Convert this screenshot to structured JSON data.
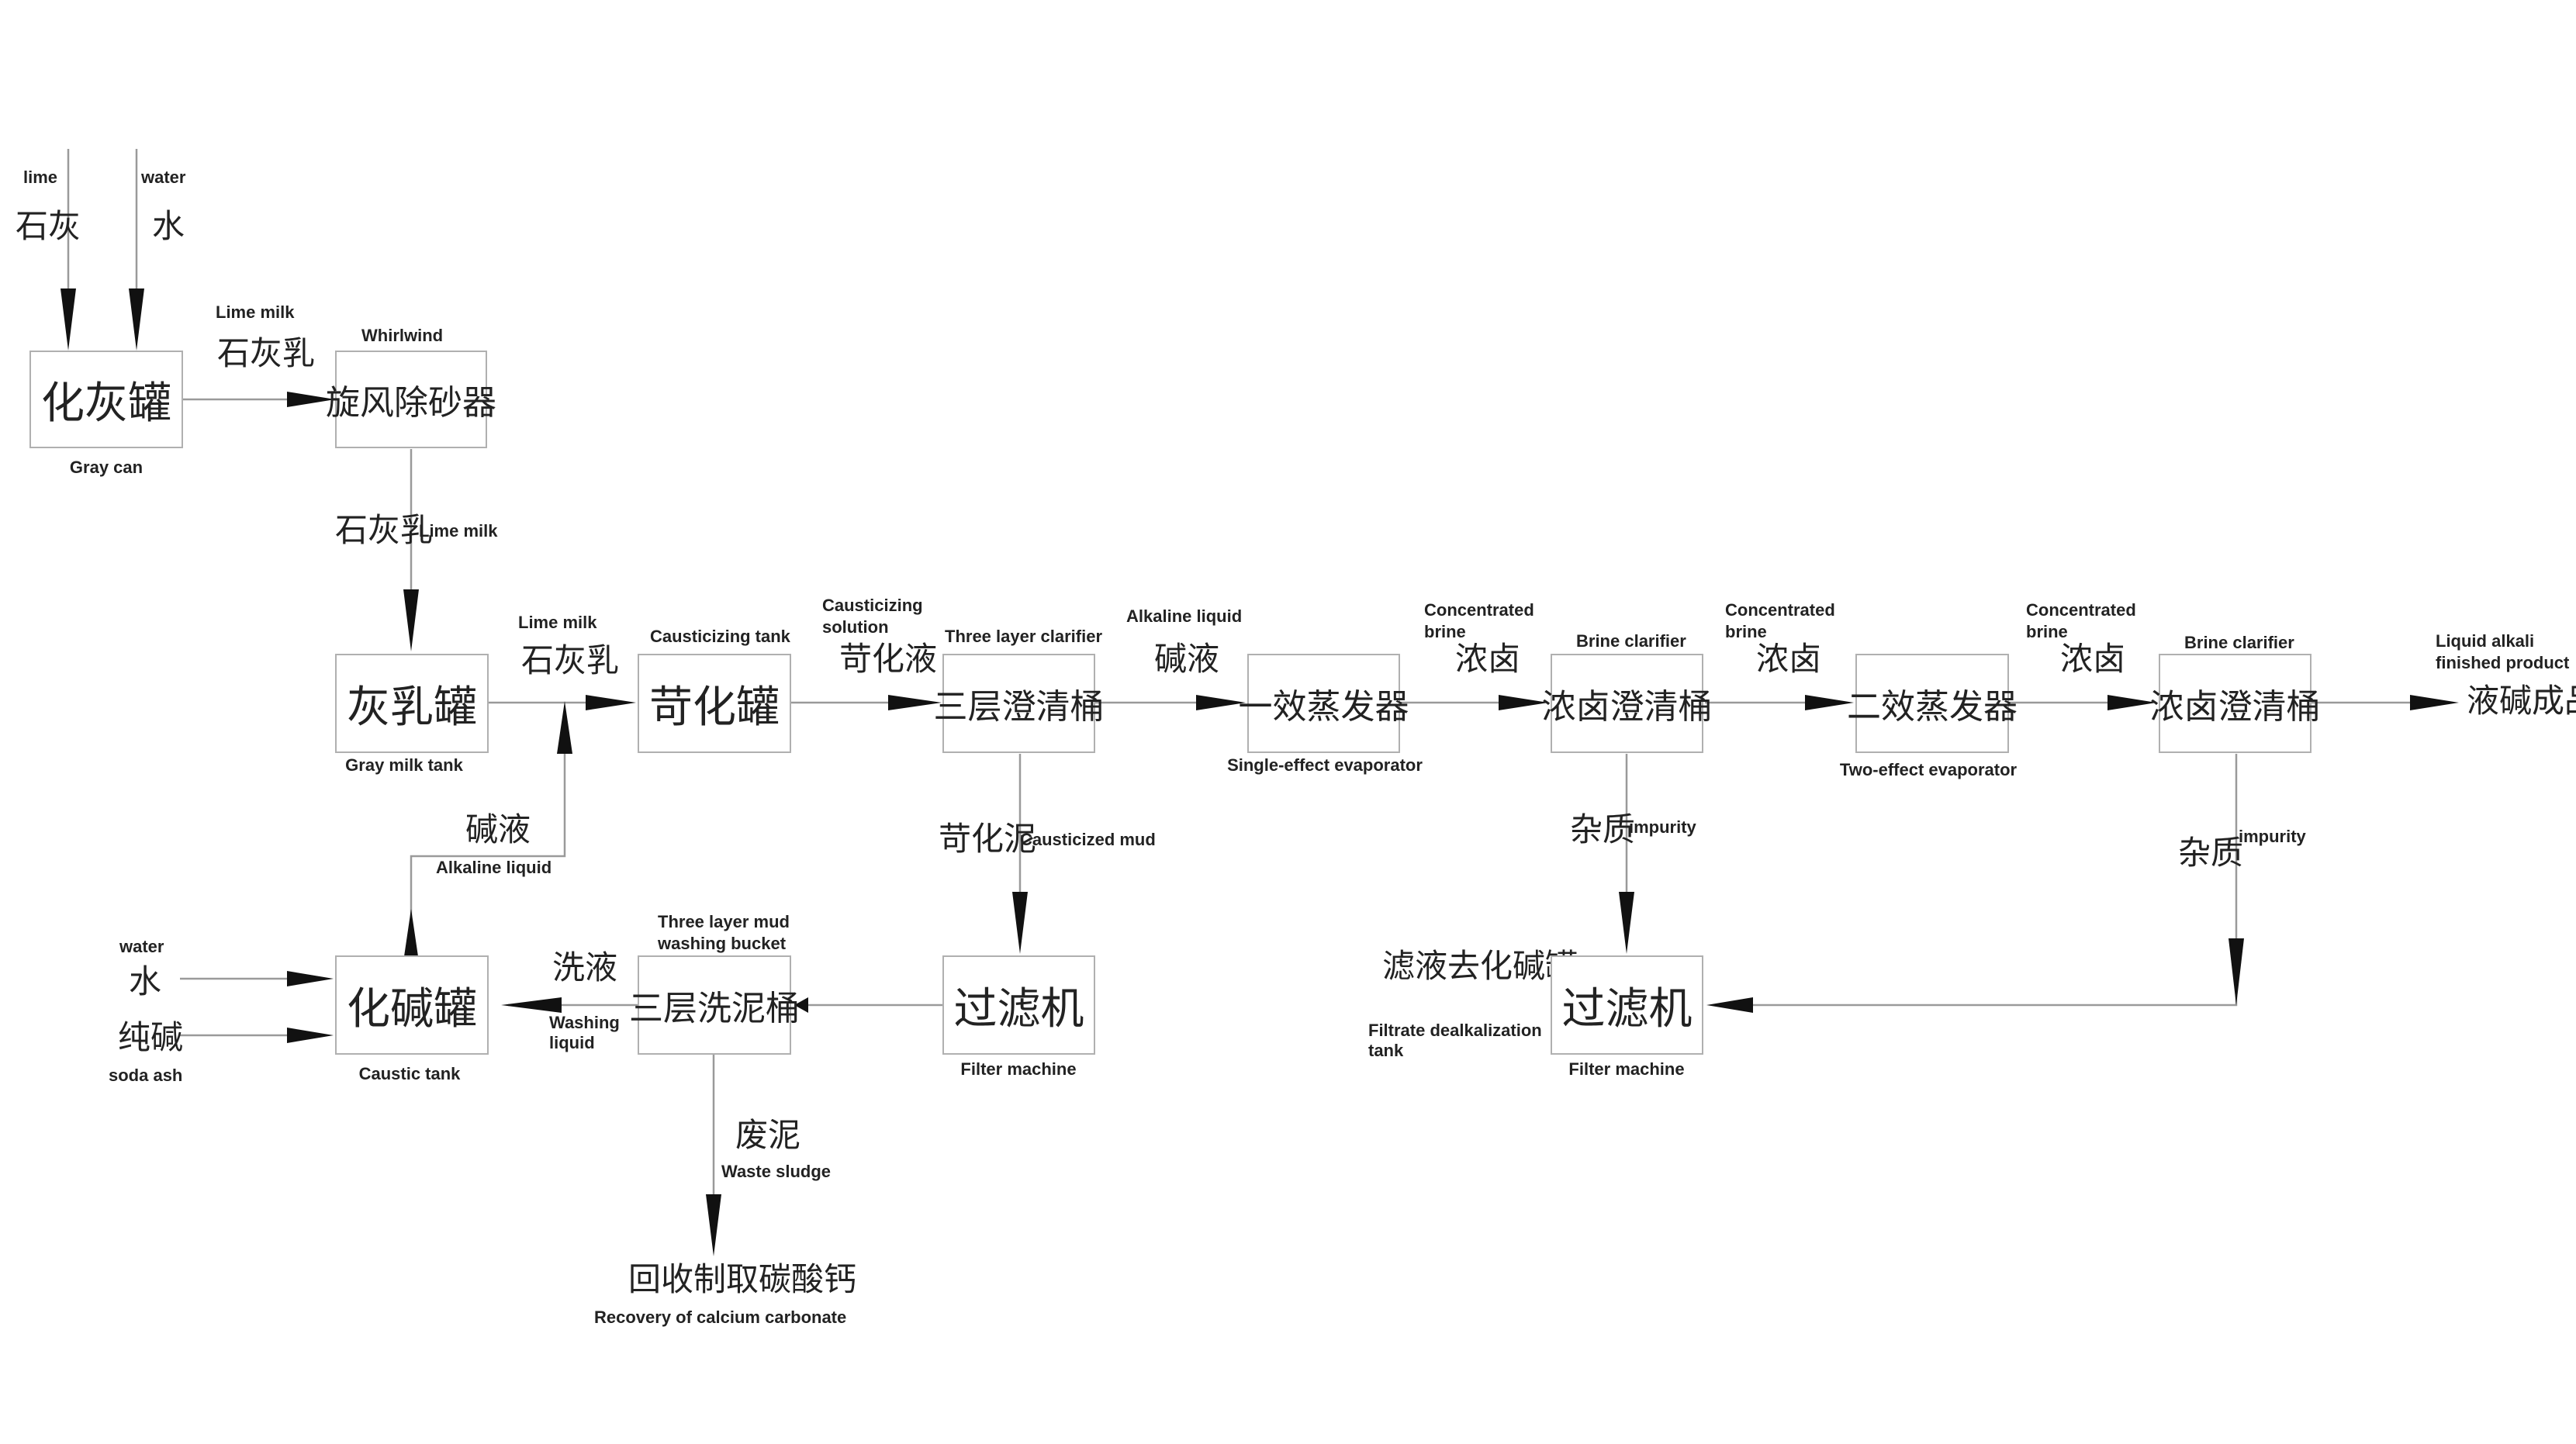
{
  "inputs": {
    "lime_en": "lime",
    "lime_zh": "石灰",
    "water_en": "water",
    "water_zh": "水",
    "water2_en": "water",
    "water2_zh": "水",
    "soda_zh": "纯碱",
    "soda_en": "soda ash"
  },
  "nodes": {
    "gray_can": {
      "zh": "化灰罐",
      "en": "Gray can"
    },
    "whirlwind": {
      "zh": "旋风除砂器",
      "en": "Whirlwind"
    },
    "gray_milk_tank": {
      "zh": "灰乳罐",
      "en": "Gray milk tank"
    },
    "causticizing_tank": {
      "zh": "苛化罐",
      "en": "Causticizing tank"
    },
    "three_layer_clarifier": {
      "zh": "三层澄清桶",
      "en": "Three layer clarifier"
    },
    "single_effect_evaporator": {
      "zh": "一效蒸发器",
      "en": "Single-effect evaporator"
    },
    "brine_clarifier_1": {
      "zh": "浓卤澄清桶",
      "en": "Brine clarifier"
    },
    "two_effect_evaporator": {
      "zh": "二效蒸发器",
      "en": "Two-effect evaporator"
    },
    "brine_clarifier_2": {
      "zh": "浓卤澄清桶",
      "en": "Brine clarifier"
    },
    "caustic_tank": {
      "zh": "化碱罐",
      "en": "Caustic tank"
    },
    "mud_washing_bucket": {
      "zh": "三层洗泥桶",
      "en_line1": "Three layer mud",
      "en_line2": "washing bucket"
    },
    "filter_machine_1": {
      "zh": "过滤机",
      "en": "Filter machine"
    },
    "filter_machine_2": {
      "zh": "过滤机",
      "en": "Filter machine"
    }
  },
  "flows": {
    "lime_milk_1": {
      "en": "Lime milk",
      "zh": "石灰乳"
    },
    "lime_milk_2": {
      "zh": "石灰乳",
      "en": "Lime milk"
    },
    "lime_milk_3": {
      "en": "Lime milk",
      "zh": "石灰乳"
    },
    "causticizing_solution": {
      "en_line1": "Causticizing",
      "en_line2": "solution",
      "zh": "苛化液"
    },
    "alkaline_liquid_1": {
      "en": "Alkaline liquid",
      "zh": "碱液"
    },
    "concentrated_brine_1": {
      "en_line1": "Concentrated",
      "en_line2": "brine",
      "zh": "浓卤"
    },
    "concentrated_brine_2": {
      "en_line1": "Concentrated",
      "en_line2": "brine",
      "zh": "浓卤"
    },
    "concentrated_brine_3": {
      "en_line1": "Concentrated",
      "en_line2": "brine",
      "zh": "浓卤"
    },
    "product": {
      "en_line1": "Liquid alkali",
      "en_line2": "finished product",
      "zh": "液碱成品"
    },
    "causticized_mud": {
      "zh": "苛化泥",
      "en": "Causticized mud"
    },
    "impurity_1": {
      "zh": "杂质",
      "en": "impurity"
    },
    "impurity_2": {
      "zh": "杂质",
      "en": "impurity"
    },
    "alkaline_liquid_2": {
      "zh": "碱液",
      "en": "Alkaline liquid"
    },
    "washing_liquid": {
      "zh": "洗液",
      "en_line1": "Washing",
      "en_line2": "liquid"
    },
    "waste_sludge": {
      "zh": "废泥",
      "en": "Waste sludge"
    },
    "recovery": {
      "zh": "回收制取碳酸钙",
      "en": "Recovery of calcium carbonate"
    },
    "filtrate": {
      "zh": "滤液去化碱罐",
      "en_line1": "Filtrate dealkalization",
      "en_line2": "tank"
    }
  }
}
